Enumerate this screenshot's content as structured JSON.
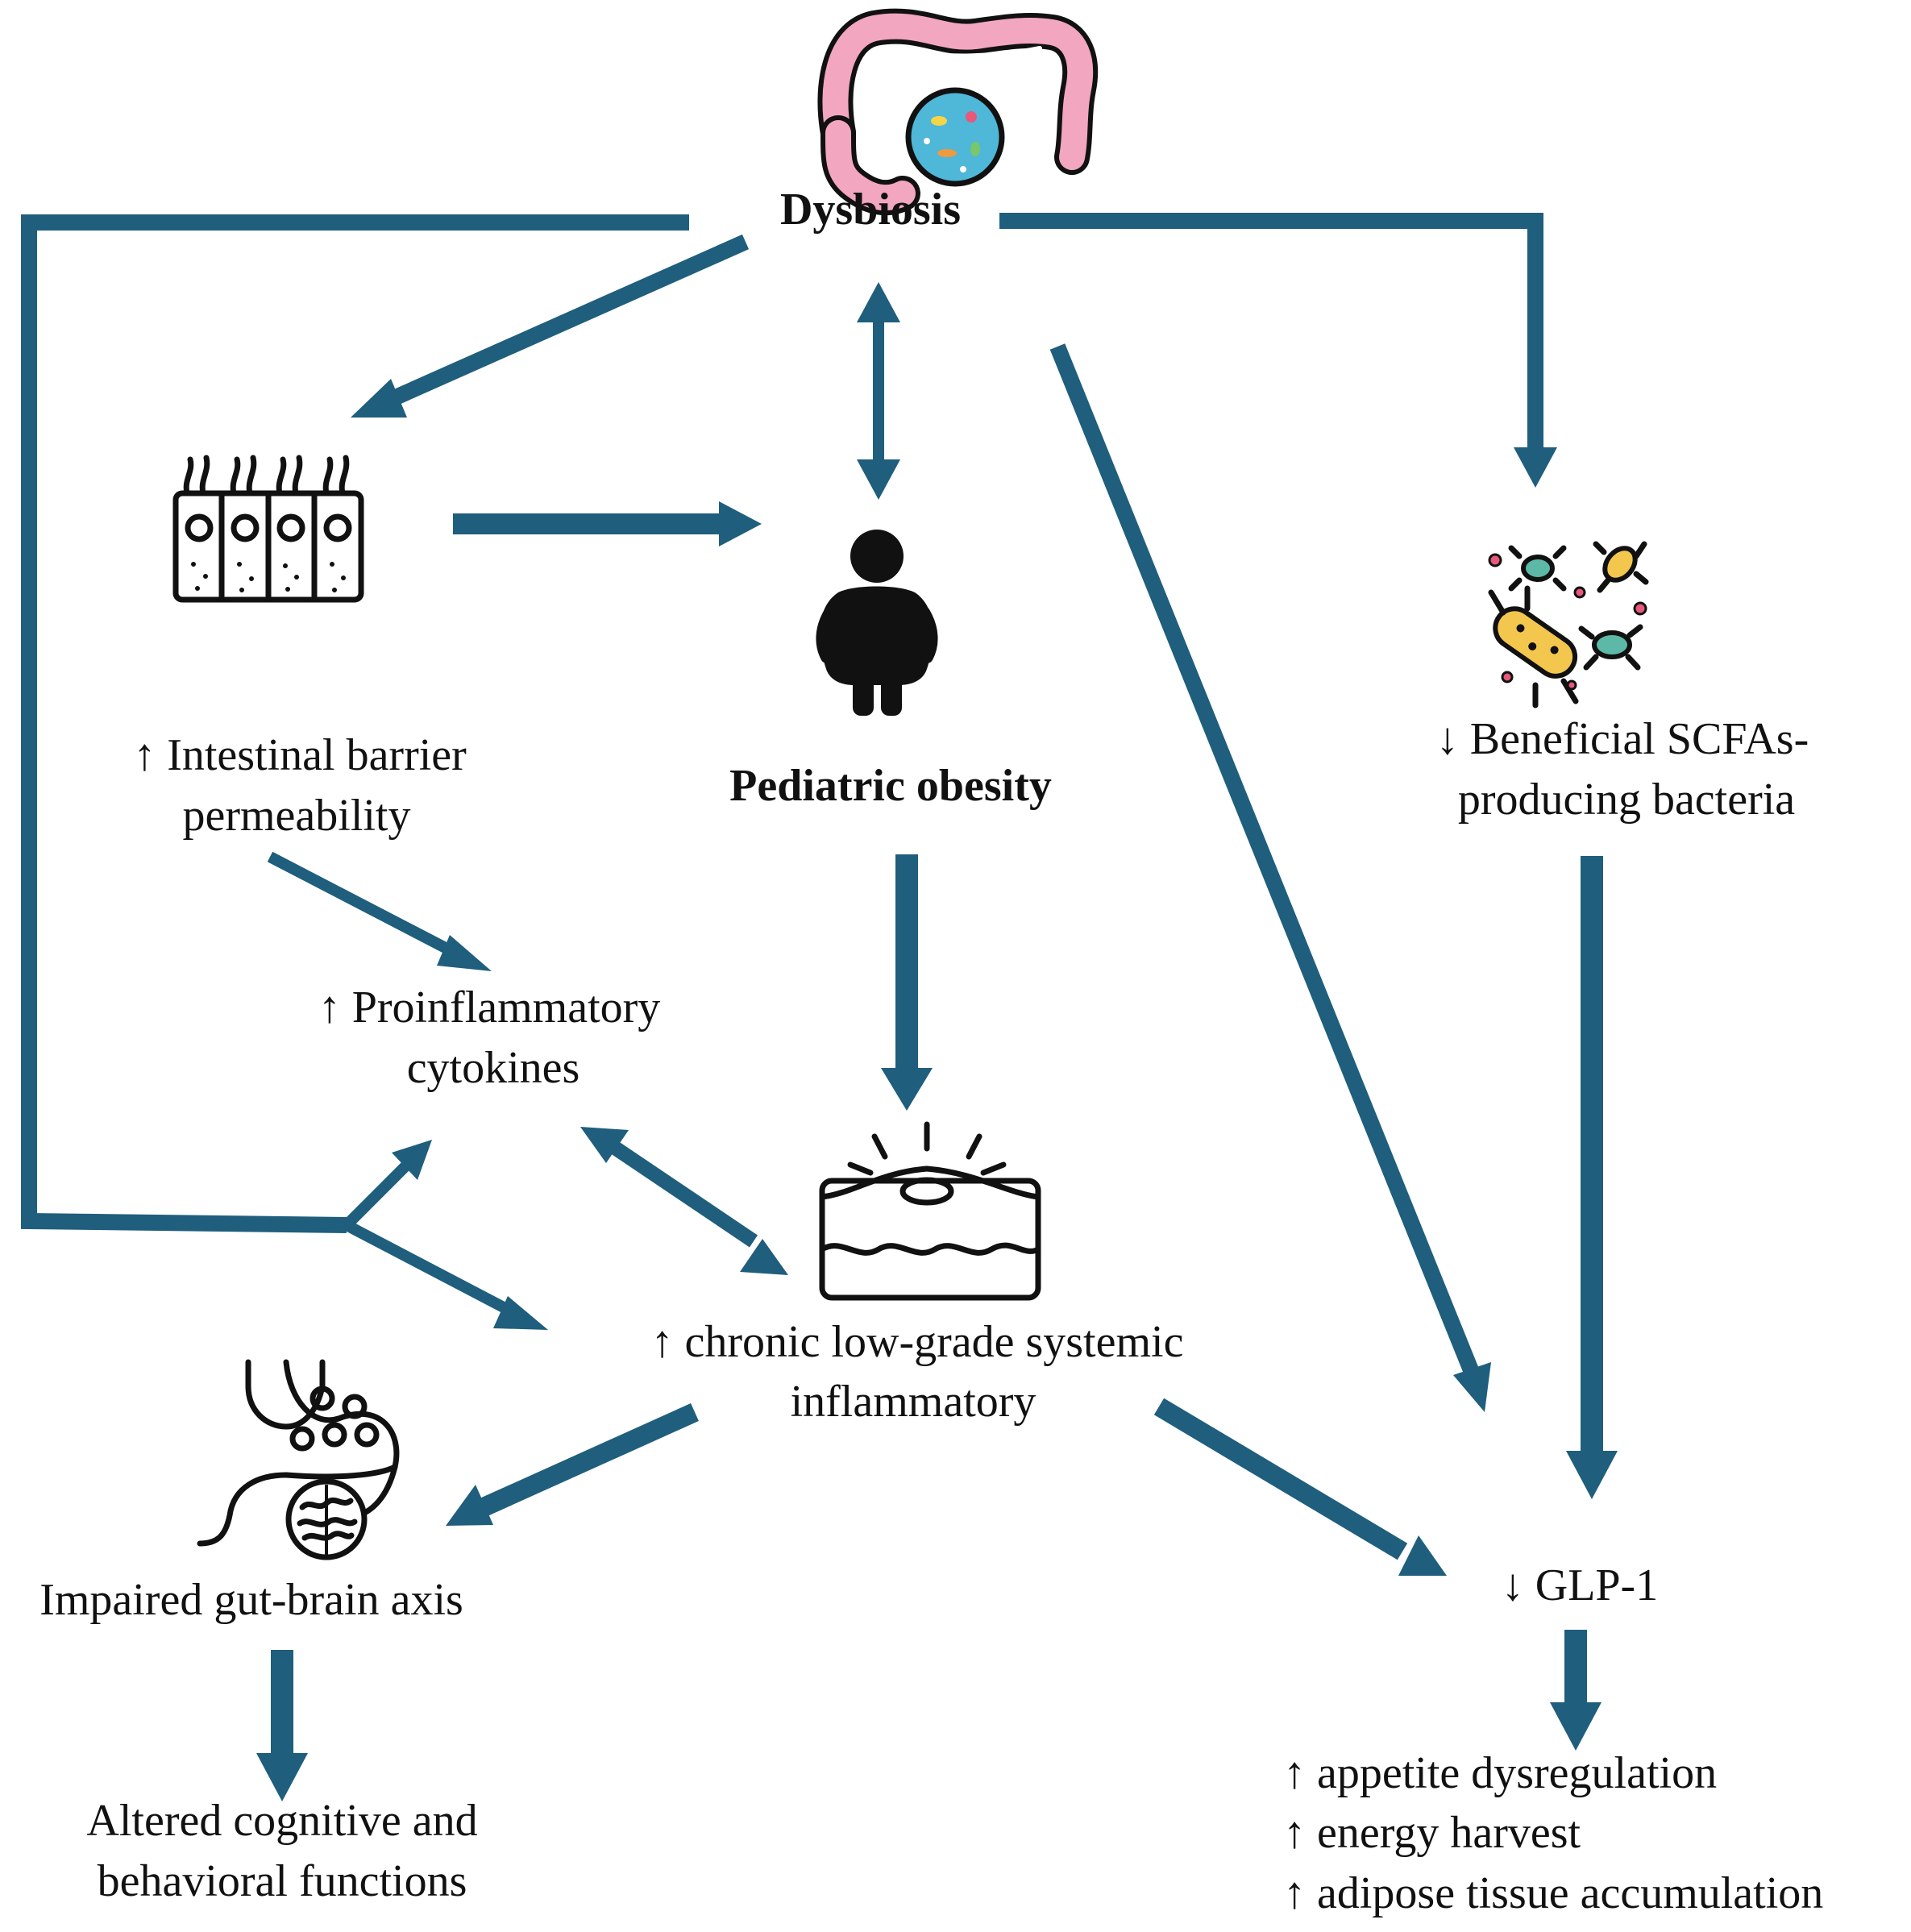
{
  "nodes": {
    "dysbiosis": "Dysbiosis",
    "pediatric_obesity": "Pediatric obesity",
    "barrier_line1": "↑ Intestinal barrier",
    "barrier_line2": "permeability",
    "cytokines_line1": "↑ Proinflammatory",
    "cytokines_line2": "cytokines",
    "inflammation_line1": "↑ chronic low-grade systemic",
    "inflammation_line2": "inflammatory",
    "scfa_line1": "↓ Beneficial SCFAs-",
    "scfa_line2": "producing bacteria",
    "glp1": "↓ GLP-1",
    "gut_brain": "Impaired gut-brain axis",
    "cognitive_line1": "Altered cognitive and",
    "cognitive_line2": "behavioral functions",
    "outcome_1": "↑ appetite dysregulation",
    "outcome_2": "↑ energy harvest",
    "outcome_3": "↑ adipose tissue accumulation"
  },
  "icons": {
    "dysbiosis": "colon-with-microbe-icon",
    "barrier": "intestinal-epithelium-icon",
    "obesity": "obese-child-icon",
    "bacteria": "bacteria-icon",
    "inflammation": "inflamed-tissue-icon",
    "gut_brain": "stomach-brain-icon"
  },
  "colors": {
    "arrow": "#1f5e7c"
  }
}
